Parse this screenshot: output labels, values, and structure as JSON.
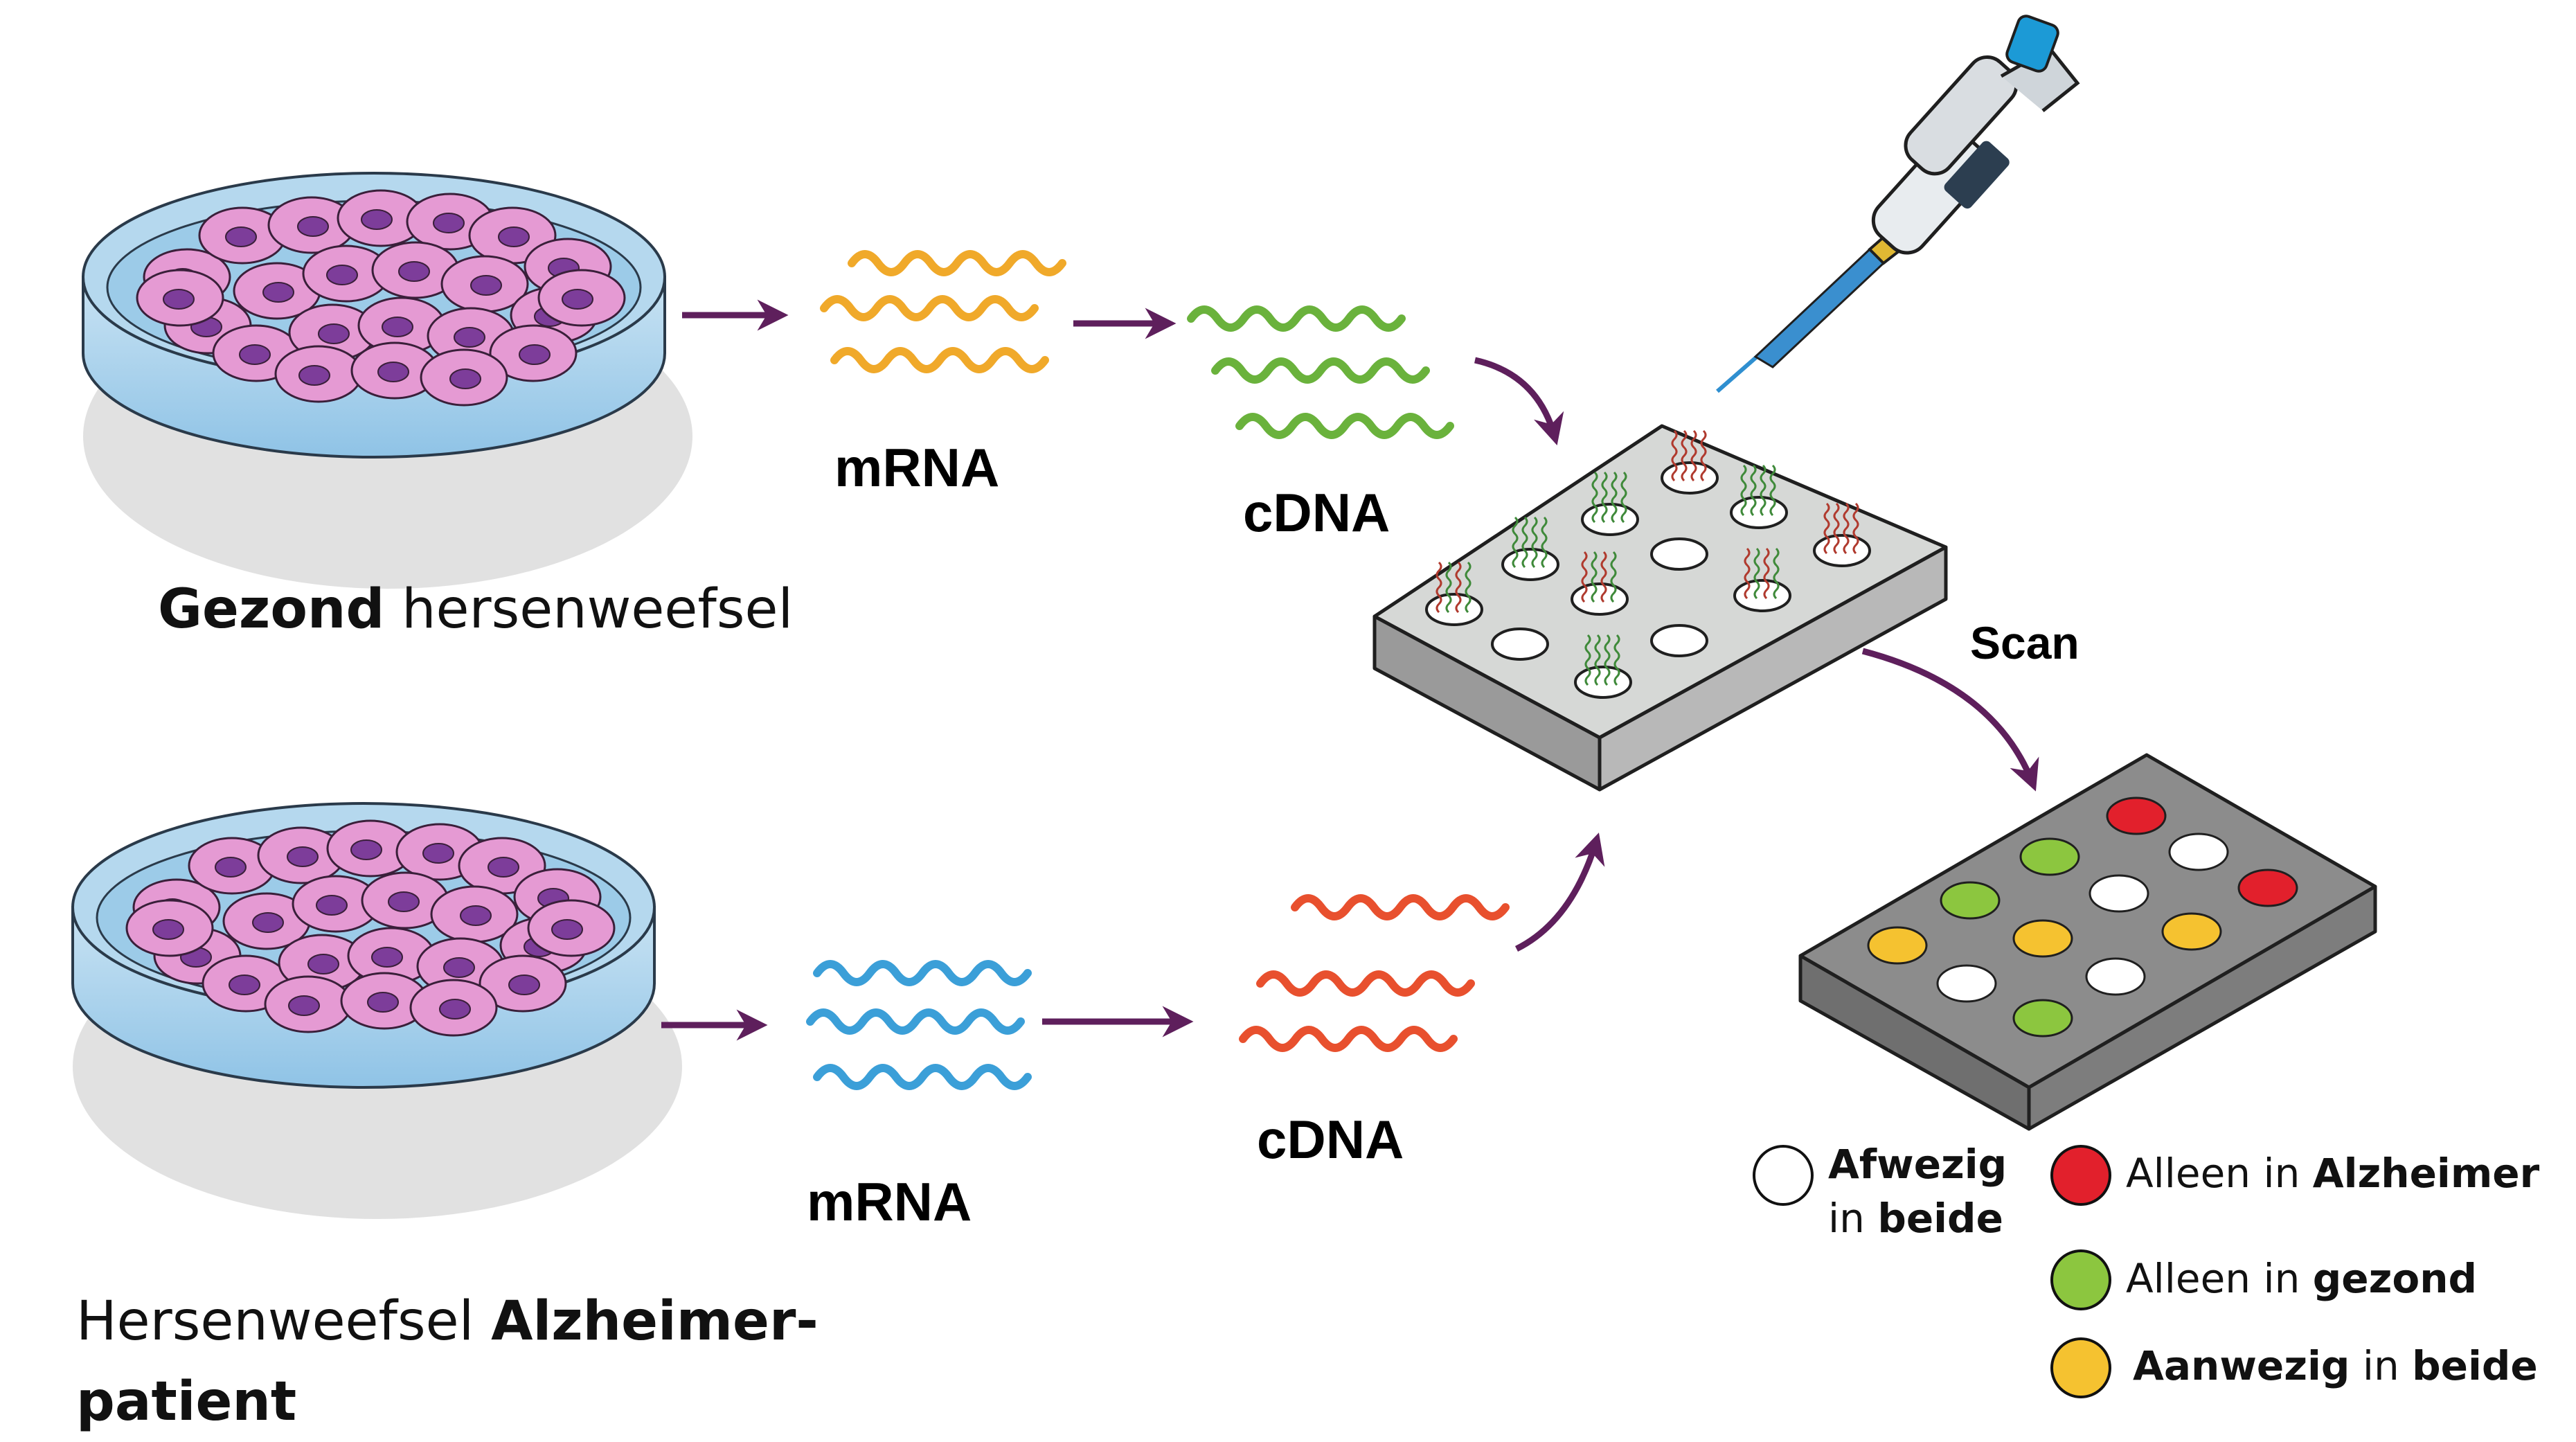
{
  "colors": {
    "arrow": "#5e1f5c",
    "mrna_healthy": "#f0a92a",
    "cdna_healthy": "#6ab23c",
    "mrna_patient": "#3b9fd8",
    "cdna_patient": "#e8502e",
    "absent": "#ffffff",
    "alzheimer_only": "#e2202c",
    "healthy_only": "#8cc63f",
    "both": "#f5c230"
  },
  "labels": {
    "healthy_caption_bold": "Gezond",
    "healthy_caption_rest": " hersenweefsel",
    "patient_caption_pre": "Hersenweefsel ",
    "patient_caption_bold_line1": "Alzheimer-",
    "patient_caption_bold_line2": "patient",
    "mrna_top": "mRNA",
    "cdna_top": "cDNA",
    "mrna_bottom": "mRNA",
    "cdna_bottom": "cDNA",
    "scan": "Scan"
  },
  "legend": {
    "absent_line1": "Afwezig",
    "absent_line2_pre": "in ",
    "absent_line2_bold": "beide",
    "alz_pre": "Alleen in ",
    "alz_bold": "Alzheimer",
    "healthy_pre": "Alleen in ",
    "healthy_bold": "gezond",
    "both_bold1": "Aanwezig",
    "both_mid": " in ",
    "both_bold2": "beide"
  },
  "icons": {
    "dish_top": "petri-dish-icon",
    "dish_bottom": "petri-dish-icon",
    "pipette": "pipette-icon",
    "chip": "microarray-chip-icon",
    "result": "result-array-icon"
  }
}
